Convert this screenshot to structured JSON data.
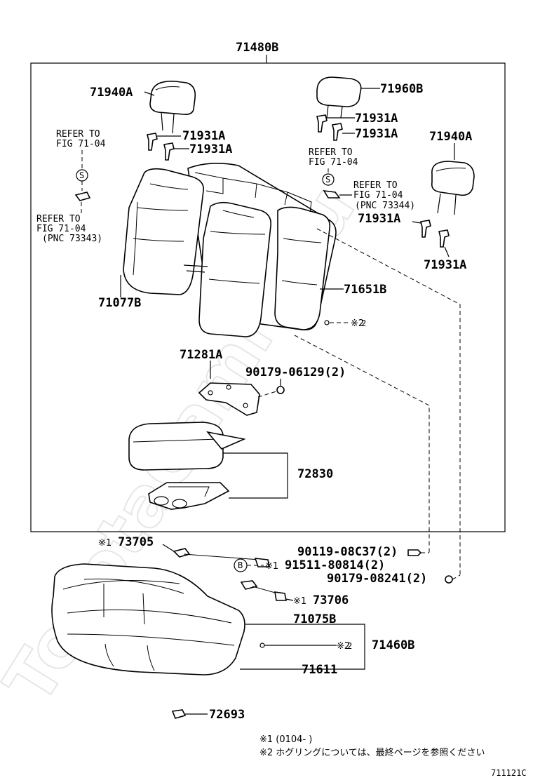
{
  "diagram": {
    "watermark": "ToyotaCamry.ru",
    "figure_id": "711121C",
    "labels": {
      "assy": "71480B",
      "headrest_left": "71940A",
      "headrest_center": "71960B",
      "headrest_right": "71940A",
      "support_a1": "71931A",
      "support_a2": "71931A",
      "support_b1": "71931A",
      "support_b2": "71931A",
      "support_c1": "71931A",
      "support_c2": "71931A",
      "back_cover": "71077B",
      "back_pad": "71651B",
      "hinge": "71281A",
      "nut_hinge": "90179-06129(2)",
      "armrest": "72830",
      "lock_left": "73705",
      "bolt": "90119-08C37(2)",
      "clip": "91511-80814(2)",
      "nut_lower": "90179-08241(2)",
      "lock_right": "73706",
      "cushion_cover": "71075B",
      "hog_ring": "71460B",
      "cushion_pad": "71611",
      "clip_small": "72693"
    },
    "marks": {
      "note1": "※1",
      "note2": "※2",
      "circle_s": "S",
      "circle_b": "B"
    },
    "references": {
      "ref_left_top": [
        "REFER TO",
        "FIG 71-04"
      ],
      "ref_left_bottom": [
        "REFER TO",
        "FIG 71-04",
        "(PNC 73343)"
      ],
      "ref_right_top": [
        "REFER TO",
        "FIG 71-04"
      ],
      "ref_right_bottom": [
        "REFER TO",
        "FIG 71-04",
        "(PNC 73344)"
      ]
    },
    "notes": {
      "note1": "※1  (0104-      )",
      "note2": "※2  ホグリングについては、最終ページを参照ください"
    }
  }
}
